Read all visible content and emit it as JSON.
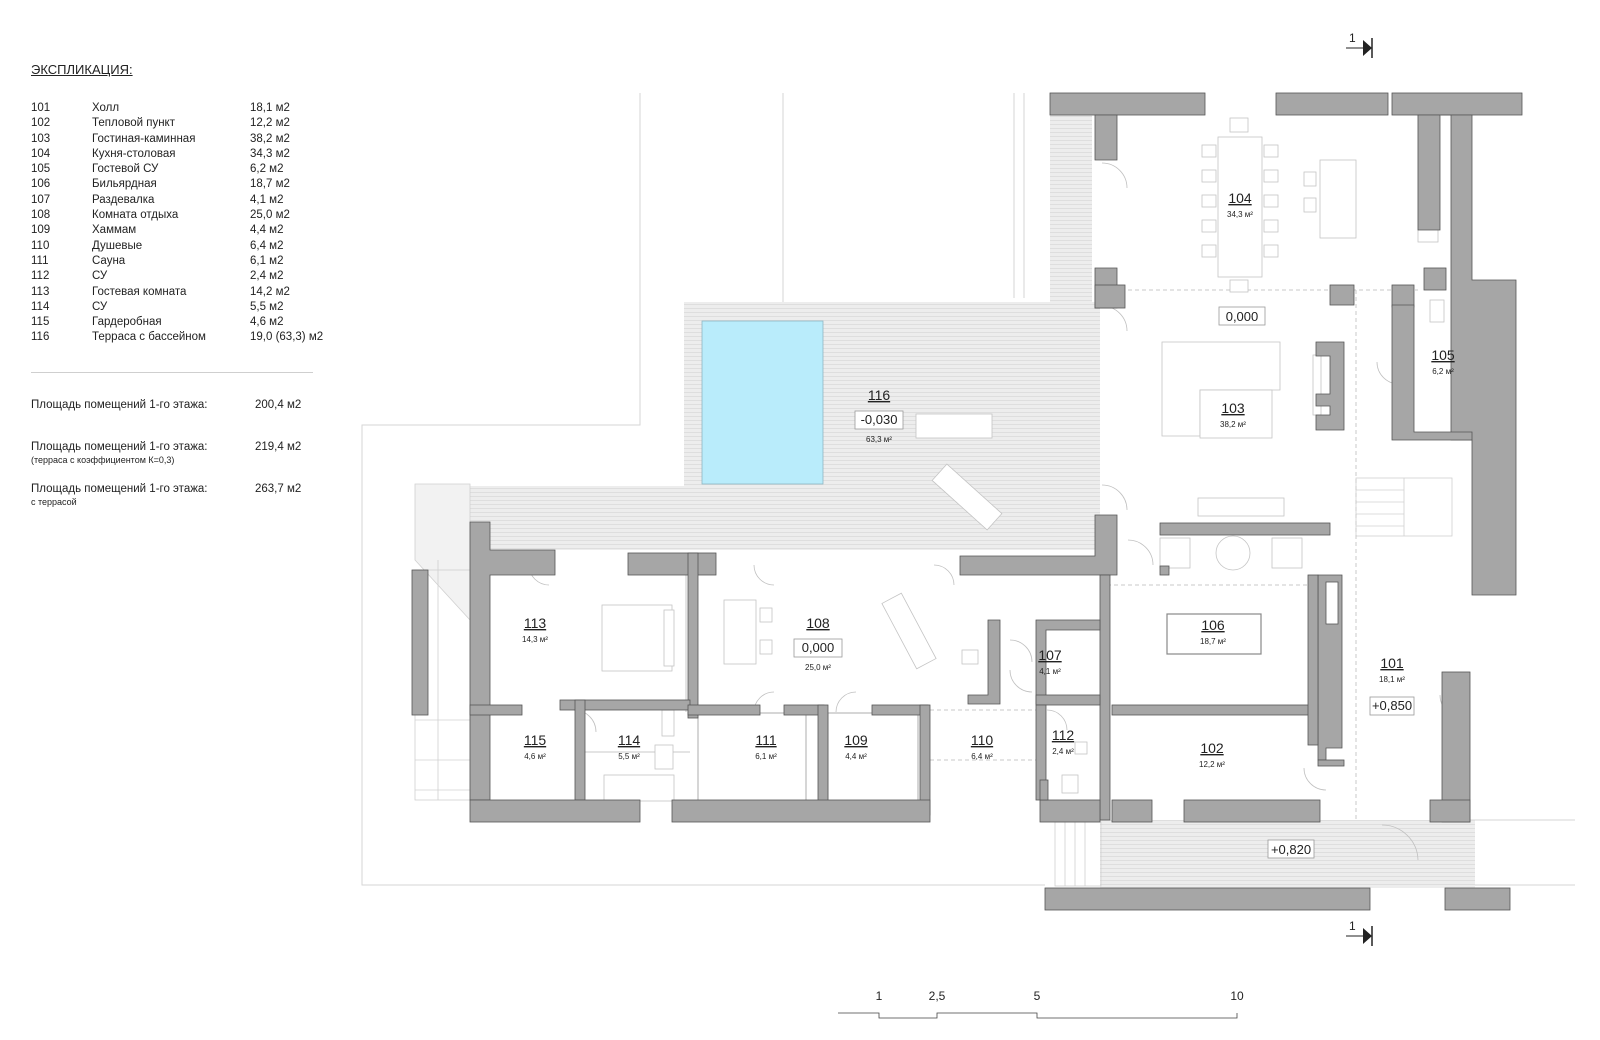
{
  "legend": {
    "title": "ЭКСПЛИКАЦИЯ:",
    "rooms": [
      {
        "num": "101",
        "name": "Холл",
        "area": "18,1 м2"
      },
      {
        "num": "102",
        "name": "Тепловой пункт",
        "area": "12,2 м2"
      },
      {
        "num": "103",
        "name": "Гостиная-каминная",
        "area": "38,2 м2"
      },
      {
        "num": "104",
        "name": "Кухня-столовая",
        "area": "34,3 м2"
      },
      {
        "num": "105",
        "name": "Гостевой СУ",
        "area": "6,2 м2"
      },
      {
        "num": "106",
        "name": "Бильярдная",
        "area": "18,7 м2"
      },
      {
        "num": "107",
        "name": "Раздевалка",
        "area": "4,1 м2"
      },
      {
        "num": "108",
        "name": "Комната отдыха",
        "area": "25,0 м2"
      },
      {
        "num": "109",
        "name": "Хаммам",
        "area": "4,4 м2"
      },
      {
        "num": "110",
        "name": "Душевые",
        "area": "6,4 м2"
      },
      {
        "num": "111",
        "name": "Сауна",
        "area": "6,1 м2"
      },
      {
        "num": "112",
        "name": "СУ",
        "area": "2,4 м2"
      },
      {
        "num": "113",
        "name": "Гостевая комната",
        "area": "14,2 м2"
      },
      {
        "num": "114",
        "name": "СУ",
        "area": "5,5 м2"
      },
      {
        "num": "115",
        "name": "Гардеробная",
        "area": "4,6 м2"
      },
      {
        "num": "116",
        "name": "Терраса с бассейном",
        "area": "19,0 (63,3) м2"
      }
    ]
  },
  "summary": [
    {
      "label": "Площадь помещений 1-го этажа:",
      "value": "200,4 м2",
      "note": ""
    },
    {
      "label": "Площадь помещений 1-го этажа:",
      "value": "219,4 м2",
      "note": "(терраса с коэффициентом К=0,3)"
    },
    {
      "label": "Площадь помещений 1-го этажа:",
      "value": "263,7 м2",
      "note": "с террасой"
    }
  ],
  "plan": {
    "rooms": {
      "r101": {
        "num": "101",
        "area": "18,1 м²",
        "level": "+0,850"
      },
      "r102": {
        "num": "102",
        "area": "12,2 м²"
      },
      "r103": {
        "num": "103",
        "area": "38,2 м²"
      },
      "r104": {
        "num": "104",
        "area": "34,3 м²"
      },
      "r105": {
        "num": "105",
        "area": "6,2 м²"
      },
      "r106": {
        "num": "106",
        "area": "18,7 м²"
      },
      "r107": {
        "num": "107",
        "area": "4,1 м²"
      },
      "r108": {
        "num": "108",
        "area": "25,0 м²",
        "level": "0,000"
      },
      "r109": {
        "num": "109",
        "area": "4,4 м²"
      },
      "r110": {
        "num": "110",
        "area": "6,4 м²"
      },
      "r111": {
        "num": "111",
        "area": "6,1 м²"
      },
      "r112": {
        "num": "112",
        "area": "2,4 м²"
      },
      "r113": {
        "num": "113",
        "area": "14,3 м²"
      },
      "r114": {
        "num": "114",
        "area": "5,5 м²"
      },
      "r115": {
        "num": "115",
        "area": "4,6 м²"
      },
      "r116": {
        "num": "116",
        "area": "63,3 м²",
        "level": "-0,030"
      }
    },
    "levels": {
      "living": "0,000",
      "porch": "+0,820"
    },
    "section_mark": "1",
    "scale": [
      "1",
      "2,5",
      "5",
      "10"
    ]
  },
  "colors": {
    "wall": "#a6a6a6",
    "pool": "#b9ecfb",
    "terrace": "#ececec"
  }
}
